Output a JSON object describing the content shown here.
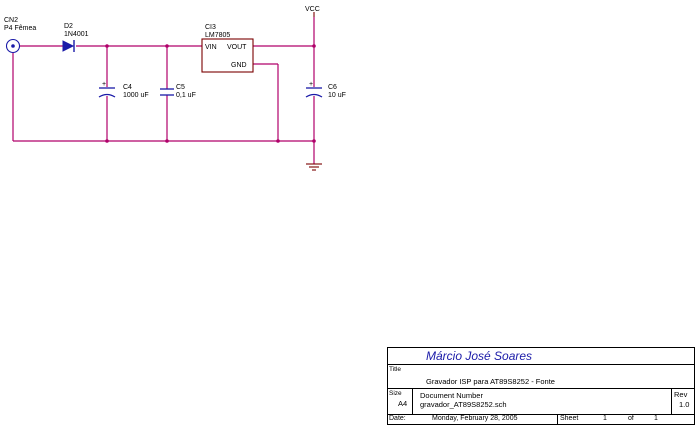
{
  "schematic": {
    "connector_ref": "CN2",
    "connector_value": "P4 Fêmea",
    "diode_ref": "D2",
    "diode_value": "1N4001",
    "reg_ref": "CI3",
    "reg_value": "LM7805",
    "reg_pin_in": "VIN",
    "reg_pin_out": "VOUT",
    "reg_pin_gnd": "GND",
    "c4_ref": "C4",
    "c4_value": "1000 uF",
    "c5_ref": "C5",
    "c5_value": "0,1 uF",
    "c6_ref": "C6",
    "c6_value": "10 uF",
    "vcc_label": "VCC",
    "cap_plus": "+"
  },
  "title_block": {
    "author": "Márcio José Soares",
    "title_caption": "Title",
    "title": "Gravador ISP para AT89S8252 - Fonte",
    "size_caption": "Size",
    "size": "A4",
    "docnum_caption": "Document Number",
    "docnum": "gravador_AT89S8252.sch",
    "rev_caption": "Rev",
    "rev": "1.0",
    "date_caption": "Date:",
    "date": "Monday, February 28, 2005",
    "sheet_caption": "Sheet",
    "sheet": "1",
    "of_caption": "of",
    "sheets": "1"
  },
  "colors": {
    "wire": "#b0006a",
    "symbol": "#7a0000",
    "author_text": "#1a1aa8"
  }
}
